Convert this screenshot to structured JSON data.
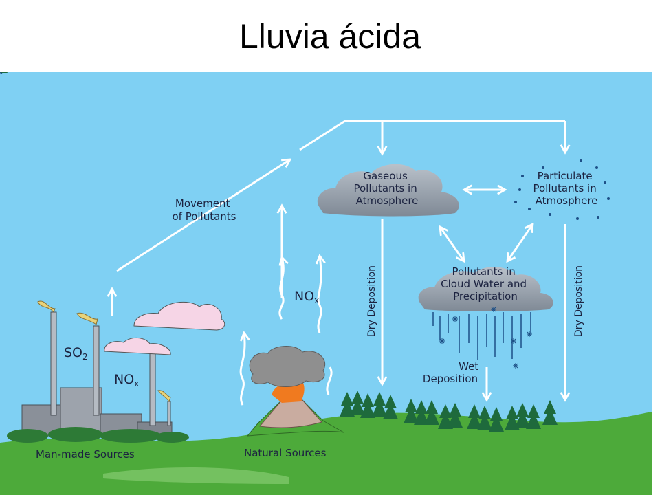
{
  "title": "Lluvia ácida",
  "diagram": {
    "labels": {
      "movement": [
        "Movement",
        "of Pollutants"
      ],
      "gaseous": [
        "Gaseous",
        "Pollutants in",
        "Atmosphere"
      ],
      "particulate": [
        "Particulate",
        "Pollutants in",
        "Atmosphere"
      ],
      "cloud_water": [
        "Pollutants in",
        "Cloud Water and",
        "Precipitation"
      ],
      "dry_deposition_left": "Dry Deposition",
      "dry_deposition_right": "Dry Deposition",
      "wet_deposition": [
        "Wet",
        "Deposition"
      ],
      "so2": "SO",
      "so2_sub": "2",
      "nox_factory": "NO",
      "nox_factory_sub": "x",
      "nox_natural": "NO",
      "nox_natural_sub": "x",
      "man_made_sources": "Man-made Sources",
      "natural_sources": "Natural Sources"
    },
    "colors": {
      "sky": "#7fd0f3",
      "ground": "#4daa3a",
      "cloud": "#9aa3ad",
      "pink_cloud": "#f6d5e6",
      "lava": "#f07a1f",
      "tree": "#1e6a3c",
      "arrow": "#ffffff",
      "text": "#1c2340"
    }
  }
}
